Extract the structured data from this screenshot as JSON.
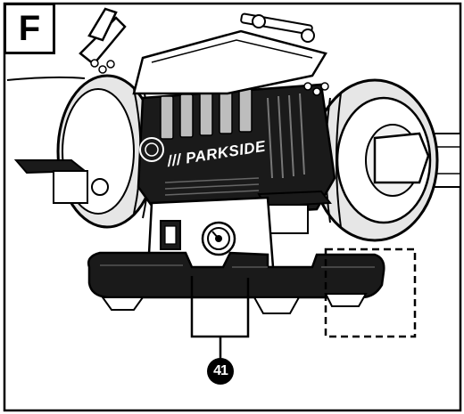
{
  "figure": {
    "label": "F",
    "callout_number": "41",
    "brand_text": "/// PARKSIDE"
  },
  "colors": {
    "ink": "#000000",
    "paper": "#ffffff",
    "body_fill": "#1a1a1a",
    "metal": "#d9d9d9"
  },
  "icons": [
    "bench-grinder-illustration",
    "power-switch-icon",
    "speed-dial-icon",
    "callout-leader-line",
    "dashed-highlight-box"
  ]
}
